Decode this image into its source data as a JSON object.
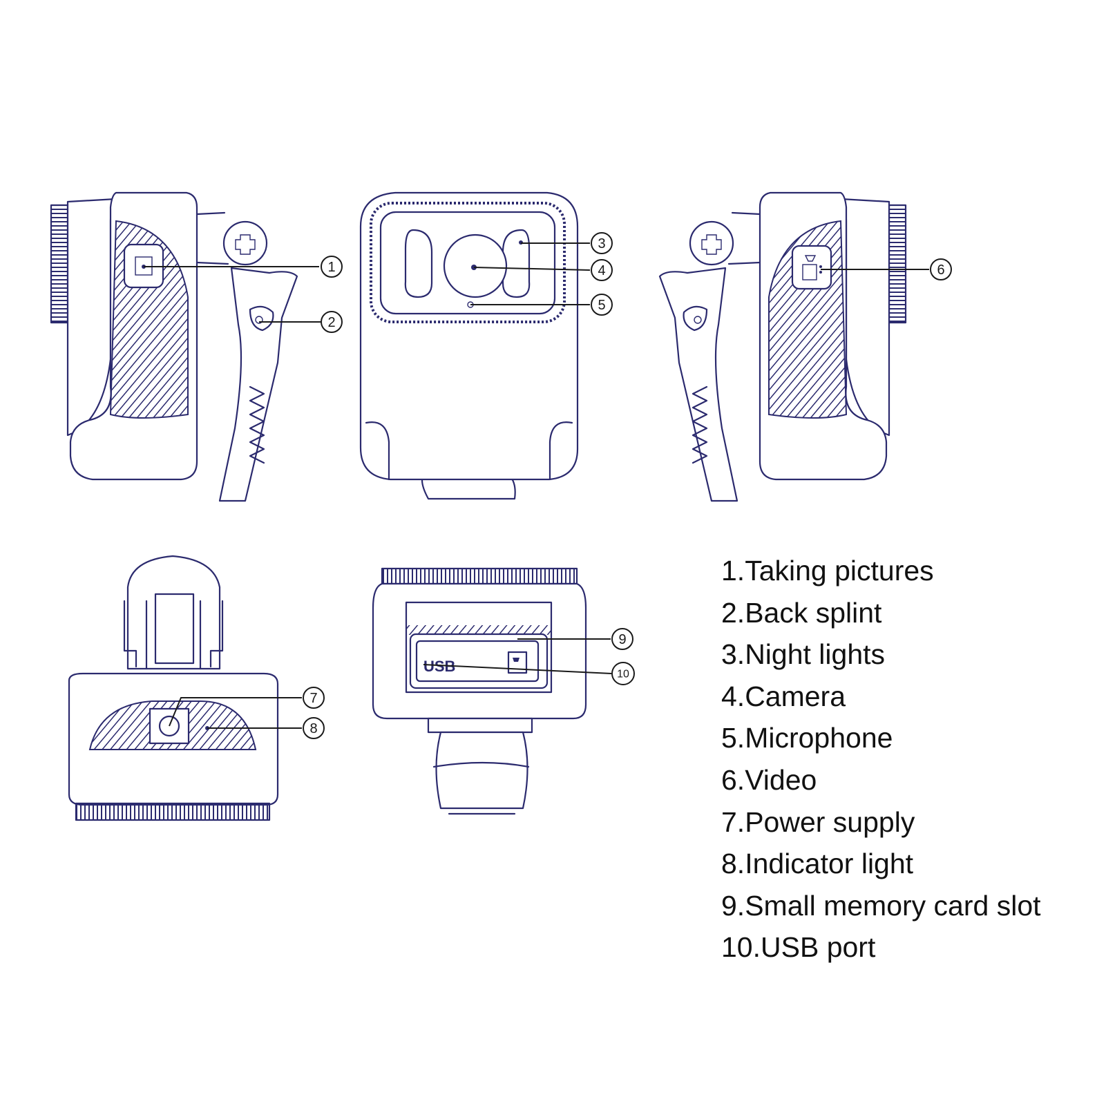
{
  "legend": [
    "1.Taking pictures",
    "2.Back splint",
    "3.Night lights",
    "4.Camera",
    "5.Microphone",
    "6.Video",
    "7.Power supply",
    "8.Indicator light",
    "9.Small memory card slot",
    "10.USB port"
  ],
  "callouts": [
    "1",
    "2",
    "3",
    "4",
    "5",
    "6",
    "7",
    "8",
    "9",
    "10"
  ],
  "port_label": "USB",
  "colors": {
    "line": "#2b2a6e",
    "text": "#111111"
  }
}
